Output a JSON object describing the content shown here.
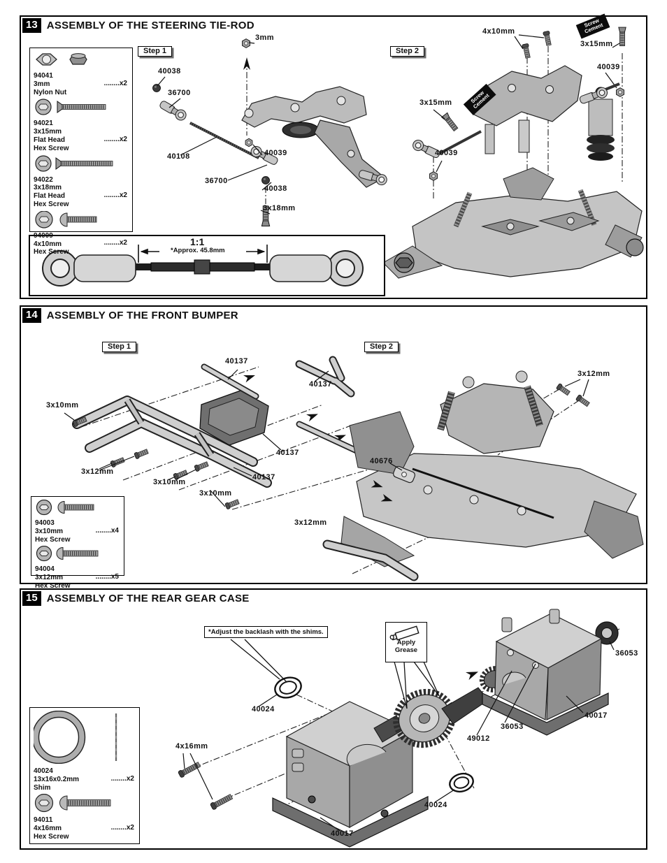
{
  "colors": {
    "ink": "#111111",
    "light_gray": "#d6d6d6",
    "mid_gray": "#ababab",
    "dark_gray": "#555555",
    "black": "#000000",
    "white": "#ffffff"
  },
  "sections": [
    {
      "number": "13",
      "title": "ASSEMBLY OF THE STEERING TIE-ROD",
      "step1": "Step 1",
      "step2": "Step 2",
      "parts": [
        {
          "id": "94041",
          "size": "3mm",
          "name": "Nylon Nut",
          "qty": "........x2",
          "icon": "nylon-nut"
        },
        {
          "id": "94021",
          "size": "3x15mm",
          "name": "Flat Head\nHex Screw",
          "qty": "........x2",
          "icon": "flat-head-hex-screw"
        },
        {
          "id": "94022",
          "size": "3x18mm",
          "name": "Flat Head\nHex Screw",
          "qty": "........x2",
          "icon": "flat-head-hex-screw"
        },
        {
          "id": "94009",
          "size": "4x10mm",
          "name": "Hex Screw",
          "qty": "........x2",
          "icon": "button-hex-screw"
        }
      ],
      "callouts": [
        "3mm",
        "40038",
        "36700",
        "40108",
        "36700",
        "40039",
        "40038",
        "3x18mm",
        "4x10mm",
        "3x15mm",
        "40039",
        "3x15mm",
        "40039"
      ],
      "screw_cement": "Screw Cement",
      "scale": {
        "ratio": "1:1",
        "note": "*Approx. 45.8mm"
      }
    },
    {
      "number": "14",
      "title": "ASSEMBLY OF THE FRONT BUMPER",
      "step1": "Step 1",
      "step2": "Step 2",
      "parts": [
        {
          "id": "94003",
          "size": "3x10mm",
          "name": "Hex Screw",
          "qty": "........x4",
          "icon": "button-hex-screw"
        },
        {
          "id": "94004",
          "size": "3x12mm",
          "name": "Hex Screw",
          "qty": "........x5",
          "icon": "button-hex-screw"
        }
      ],
      "callouts": [
        "40137",
        "40137",
        "3x10mm",
        "40137",
        "3x12mm",
        "3x10mm",
        "40137",
        "3x10mm",
        "3x12mm",
        "3x12mm",
        "40676"
      ]
    },
    {
      "number": "15",
      "title": "ASSEMBLY OF THE REAR GEAR CASE",
      "parts": [
        {
          "id": "40024",
          "size": "13x16x0.2mm",
          "name": "Shim",
          "qty": "........x2",
          "icon": "shim"
        },
        {
          "id": "94011",
          "size": "4x16mm",
          "name": "Hex Screw",
          "qty": "........x2",
          "icon": "button-hex-screw"
        }
      ],
      "note": "*Adjust the backlash with the shims.",
      "grease": "Apply Grease",
      "callouts": [
        "36053",
        "40024",
        "40017",
        "36053",
        "49012",
        "4x16mm",
        "40024",
        "40017"
      ]
    }
  ]
}
